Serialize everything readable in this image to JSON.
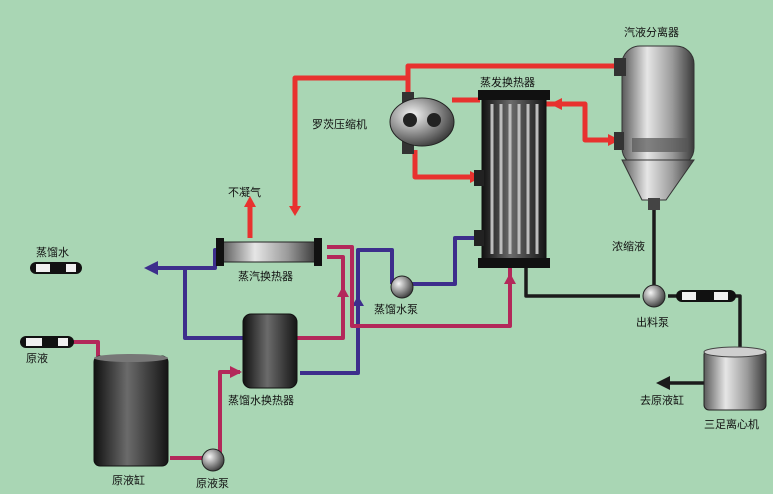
{
  "labels": {
    "separator": "汽液分离器",
    "evaporator_hx": "蒸发换热器",
    "compressor": "罗茨压缩机",
    "non_condensable": "不凝气",
    "distilled_water": "蒸馏水",
    "steam_hx": "蒸汽换热器",
    "distilled_pump": "蒸馏水泵",
    "concentrate": "浓缩液",
    "discharge_pump": "出料泵",
    "raw_liquid": "原液",
    "distilled_water_hx": "蒸馏水换热器",
    "raw_tank": "原液缸",
    "raw_pump": "原液泵",
    "to_raw_tank": "去原液缸",
    "centrifuge": "三足离心机"
  },
  "colors": {
    "background": "#a9d6b4",
    "steam_line": "#e8322f",
    "distilled_line": "#3d2e8c",
    "raw_line": "#b3285a",
    "concentrate_line": "#1b1b1b",
    "equipment_dark": "#2a2a2a"
  }
}
